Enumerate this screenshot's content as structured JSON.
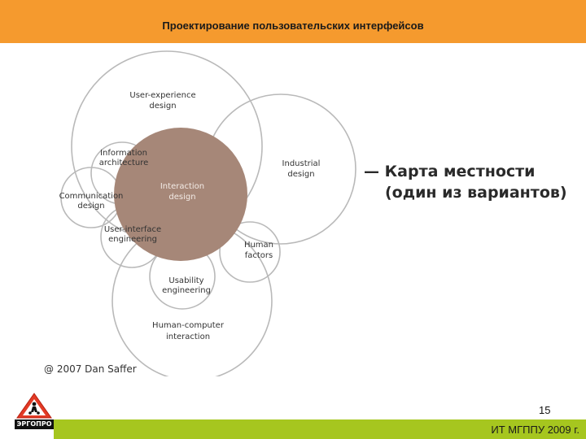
{
  "header": {
    "title": "Проектирование пользовательских интерфейсов"
  },
  "diagram": {
    "labels": {
      "ux1": "User-experience",
      "ux2": "design",
      "industrial1": "Industrial",
      "industrial2": "design",
      "info1": "Information",
      "info2": "architecture",
      "comm1": "Communication",
      "comm2": "design",
      "interaction1": "Interaction",
      "interaction2": "design",
      "uie1": "User-interface",
      "uie2": "engineering",
      "human1": "Human",
      "human2": "factors",
      "usability1": "Usability",
      "usability2": "engineering",
      "hci1": "Human-computer",
      "hci2": "interaction"
    },
    "colors": {
      "interaction_fill": "#a68778",
      "circle_stroke": "#b9b9b9"
    }
  },
  "caption": {
    "line1": "— Карта местности",
    "line2": "(один из вариантов)"
  },
  "credit": "@ 2007 Dan Saffer",
  "footer": {
    "page_number": "15",
    "org": "ИТ МГППУ 2009 г.",
    "logo_text": "ЭРГОПРО"
  },
  "colors": {
    "header": "#f59a2e",
    "footer": "#a6c61f"
  }
}
